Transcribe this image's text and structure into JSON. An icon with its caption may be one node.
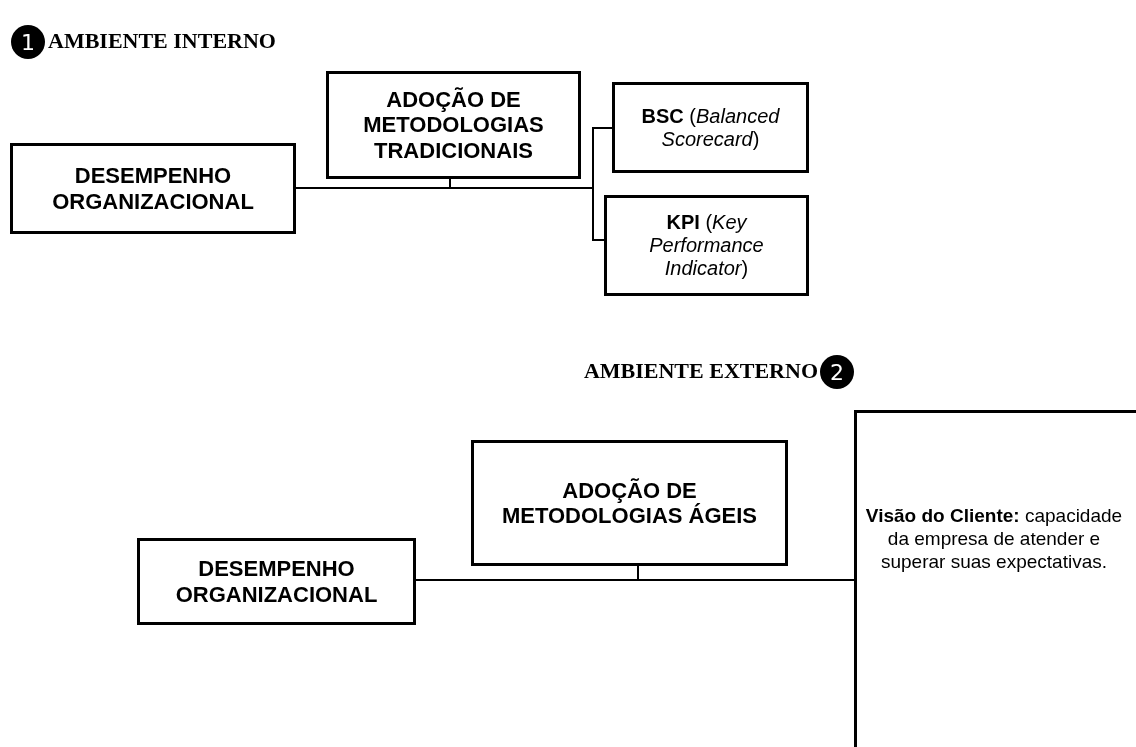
{
  "diagram": {
    "nodes": [
      {
        "text": [
          "DESEMPENHO ORGANIZACIONAL"
        ]
      },
      {
        "text": [
          "ADOÇÃO DE METODOLOGIAS TRADICIONAIS"
        ]
      },
      {
        "text": [
          "**BSC** (*Balanced Scorecard*)"
        ]
      },
      {
        "text": [
          "**KPI** (*Key Performance Indicator*)"
        ]
      },
      {
        "text": [
          "DESEMPENHO ORGANIZACIONAL"
        ]
      },
      {
        "text": [
          "ADOÇÃO DE METODOLOGIAS ÁGEIS"
        ]
      },
      {
        "text": [
          "**Visão do Cliente:** capacidade da empresa de atender e superar suas expectativas."
        ]
      }
    ],
    "edges": [
      {
        "from": 0,
        "to": 1,
        "arrow": "none"
      },
      {
        "from": 1,
        "to": 2,
        "arrow": "none"
      },
      {
        "from": 1,
        "to": 3,
        "arrow": "none"
      },
      {
        "from": 4,
        "to": 5,
        "arrow": "none"
      },
      {
        "from": 5,
        "to": 6,
        "arrow": "none"
      }
    ],
    "labels": [
      "1",
      "AMBIENTE INTERNO",
      "AMBIENTE EXTERNO",
      "2"
    ]
  }
}
